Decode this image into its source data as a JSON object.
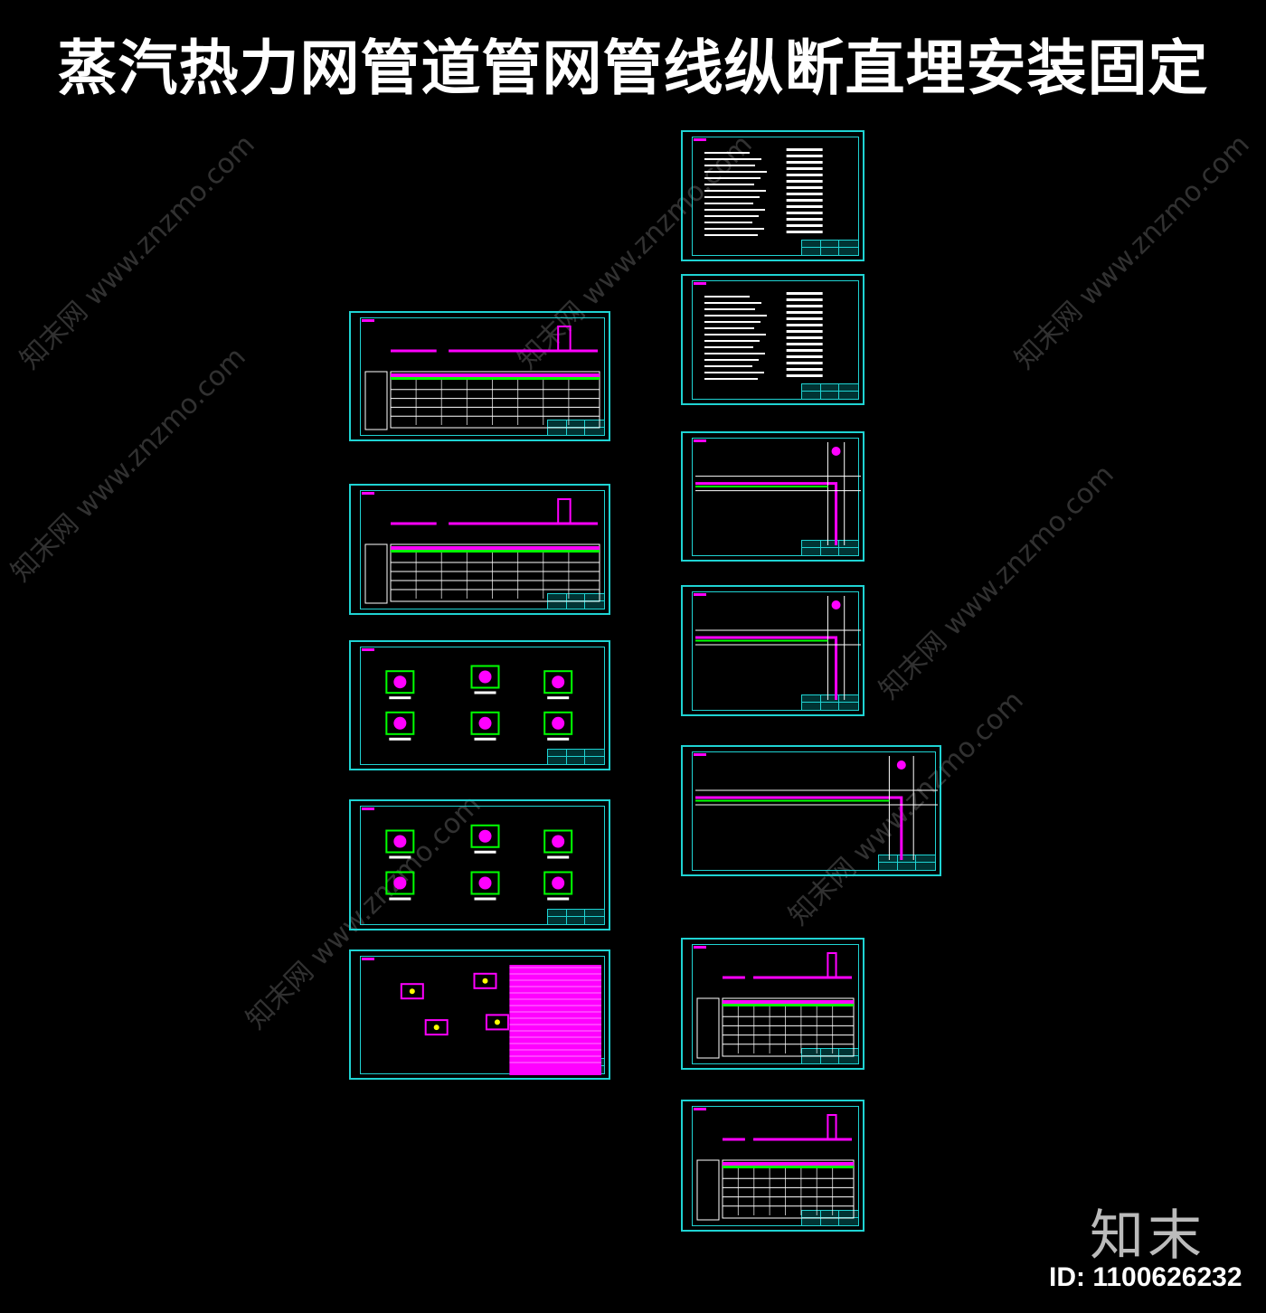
{
  "title": "蒸汽热力网管道管网管线纵断直埋安装固定",
  "watermark": "知末网 www.znzmo.com",
  "brand": {
    "logo_text": "知末",
    "id_label": "ID: 1100626232"
  },
  "colors": {
    "background": "#000000",
    "frame": "#1fd3d3",
    "pipe": "#ff00ff",
    "line": "#ffffff",
    "accent_green": "#00ff00",
    "accent_yellow": "#ffff00"
  },
  "sheets": [
    {
      "kind": "profile"
    },
    {
      "kind": "profile"
    },
    {
      "kind": "details"
    },
    {
      "kind": "details"
    },
    {
      "kind": "table"
    },
    {
      "kind": "notes"
    },
    {
      "kind": "notes"
    },
    {
      "kind": "plan"
    },
    {
      "kind": "plan"
    },
    {
      "kind": "plan"
    },
    {
      "kind": "profile"
    },
    {
      "kind": "profile"
    }
  ]
}
